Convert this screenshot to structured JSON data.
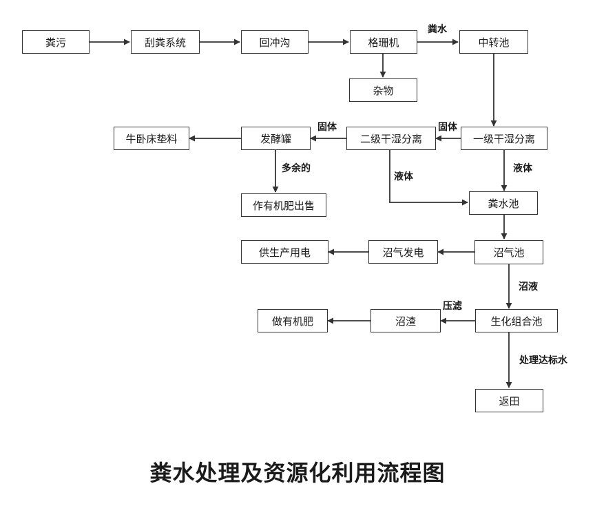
{
  "title": "粪水处理及资源化利用流程图",
  "nodes": {
    "fenwu": "粪污",
    "guafen": "刮粪系统",
    "huichonggou": "回冲沟",
    "geshanji": "格珊机",
    "zhongzhuanchi": "中转池",
    "zawu": "杂物",
    "yiji": "一级干湿分离",
    "erji": "二级干湿分离",
    "fajiaoguan": "发酵罐",
    "niuwo": "牛卧床垫料",
    "zuoyouji_sell": "作有机肥出售",
    "fenshuichi": "粪水池",
    "zhaoqichi": "沼气池",
    "zhaoqifadian": "沼气发电",
    "gongsheng": "供生产用电",
    "shenghua": "生化组合池",
    "zhaozha": "沼渣",
    "zuoyouji": "做有机肥",
    "fantian": "返田"
  },
  "edge_labels": {
    "fenshui": "粪水",
    "guti_1": "固体",
    "guti_2": "固体",
    "duoyu": "多余的",
    "yeti_1": "液体",
    "yeti_2": "液体",
    "zhaoye": "沼液",
    "yalv": "压滤",
    "dabiao": "处理达标水"
  }
}
